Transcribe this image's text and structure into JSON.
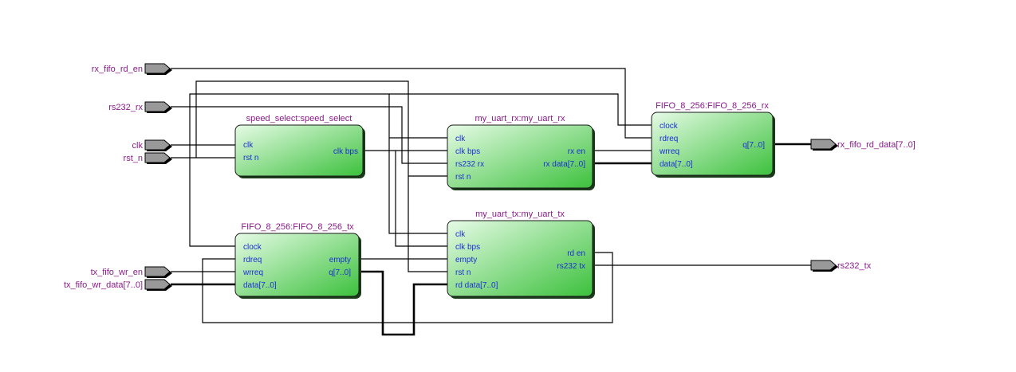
{
  "diagram": {
    "type": "rtl_schematic",
    "colors": {
      "block_fill_light": "#e6fbe6",
      "block_fill_dark": "#3cc13c",
      "block_border": "#1a1a1a",
      "block_title": "#8b1a8b",
      "port_text": "#1a2fd6",
      "pin_fill": "#999999",
      "wire": "#000000"
    },
    "input_pins": [
      {
        "id": "rx_fifo_rd_en",
        "label": "rx_fifo_rd_en"
      },
      {
        "id": "rs232_rx",
        "label": "rs232_rx"
      },
      {
        "id": "clk",
        "label": "clk"
      },
      {
        "id": "rst_n",
        "label": "rst_n"
      },
      {
        "id": "tx_fifo_wr_en",
        "label": "tx_fifo_wr_en"
      },
      {
        "id": "tx_fifo_wr_data",
        "label": "tx_fifo_wr_data[7..0]"
      }
    ],
    "output_pins": [
      {
        "id": "rx_fifo_rd_data",
        "label": "rx_fifo_rd_data[7..0]"
      },
      {
        "id": "rs232_tx",
        "label": "rs232_tx"
      }
    ],
    "blocks": [
      {
        "id": "speed_select",
        "title": "speed_select:speed_select",
        "inputs": [
          "clk",
          "rst_n"
        ],
        "input_labels": [
          "clk",
          "rst  n"
        ],
        "outputs": [
          "clk_bps"
        ],
        "output_labels": [
          "clk  bps"
        ]
      },
      {
        "id": "my_uart_rx",
        "title": "my_uart_rx:my_uart_rx",
        "inputs": [
          "clk",
          "clk_bps",
          "rs232_rx",
          "rst_n"
        ],
        "input_labels": [
          "clk",
          "clk  bps",
          "rs232  rx",
          "rst  n"
        ],
        "outputs": [
          "rx_en",
          "rx_data[7..0]"
        ],
        "output_labels": [
          "rx  en",
          "rx  data[7..0]"
        ]
      },
      {
        "id": "FIFO_8_256_rx",
        "title": "FIFO_8_256:FIFO_8_256_rx",
        "inputs": [
          "clock",
          "rdreq",
          "wrreq",
          "data[7..0]"
        ],
        "input_labels": [
          "clock",
          "rdreq",
          "wrreq",
          "data[7..0]"
        ],
        "outputs": [
          "q[7..0]"
        ],
        "output_labels": [
          "q[7..0]"
        ]
      },
      {
        "id": "FIFO_8_256_tx",
        "title": "FIFO_8_256:FIFO_8_256_tx",
        "inputs": [
          "clock",
          "rdreq",
          "wrreq",
          "data[7..0]"
        ],
        "input_labels": [
          "clock",
          "rdreq",
          "wrreq",
          "data[7..0]"
        ],
        "outputs": [
          "empty",
          "q[7..0]"
        ],
        "output_labels": [
          "empty",
          "q[7..0]"
        ]
      },
      {
        "id": "my_uart_tx",
        "title": "my_uart_tx:my_uart_tx",
        "inputs": [
          "clk",
          "clk_bps",
          "empty",
          "rst_n",
          "rd_data[7..0]"
        ],
        "input_labels": [
          "clk",
          "clk  bps",
          "empty",
          "rst  n",
          "rd  data[7..0]"
        ],
        "outputs": [
          "rd_en",
          "rs232_tx"
        ],
        "output_labels": [
          "rd  en",
          "rs232  tx"
        ]
      }
    ],
    "connections": [
      {
        "from": "clk",
        "to": [
          "speed_select.clk",
          "my_uart_rx.clk",
          "my_uart_tx.clk",
          "FIFO_8_256_rx.clock",
          "FIFO_8_256_tx.clock"
        ]
      },
      {
        "from": "rst_n",
        "to": [
          "speed_select.rst_n",
          "my_uart_rx.rst_n",
          "my_uart_tx.rst_n"
        ]
      },
      {
        "from": "rs232_rx",
        "to": [
          "my_uart_rx.rs232_rx"
        ]
      },
      {
        "from": "rx_fifo_rd_en",
        "to": [
          "FIFO_8_256_rx.rdreq"
        ]
      },
      {
        "from": "speed_select.clk_bps",
        "to": [
          "my_uart_rx.clk_bps",
          "my_uart_tx.clk_bps"
        ]
      },
      {
        "from": "my_uart_rx.rx_en",
        "to": [
          "FIFO_8_256_rx.wrreq"
        ]
      },
      {
        "from": "my_uart_rx.rx_data[7..0]",
        "to": [
          "FIFO_8_256_rx.data[7..0]"
        ],
        "bus": true
      },
      {
        "from": "FIFO_8_256_rx.q[7..0]",
        "to": [
          "rx_fifo_rd_data"
        ],
        "bus": true
      },
      {
        "from": "tx_fifo_wr_en",
        "to": [
          "FIFO_8_256_tx.wrreq"
        ]
      },
      {
        "from": "tx_fifo_wr_data",
        "to": [
          "FIFO_8_256_tx.data[7..0]"
        ],
        "bus": true
      },
      {
        "from": "FIFO_8_256_tx.empty",
        "to": [
          "my_uart_tx.empty"
        ]
      },
      {
        "from": "FIFO_8_256_tx.q[7..0]",
        "to": [
          "my_uart_tx.rd_data[7..0]"
        ],
        "bus": true
      },
      {
        "from": "my_uart_tx.rd_en",
        "to": [
          "FIFO_8_256_tx.rdreq"
        ]
      },
      {
        "from": "my_uart_tx.rs232_tx",
        "to": [
          "rs232_tx"
        ]
      }
    ]
  }
}
